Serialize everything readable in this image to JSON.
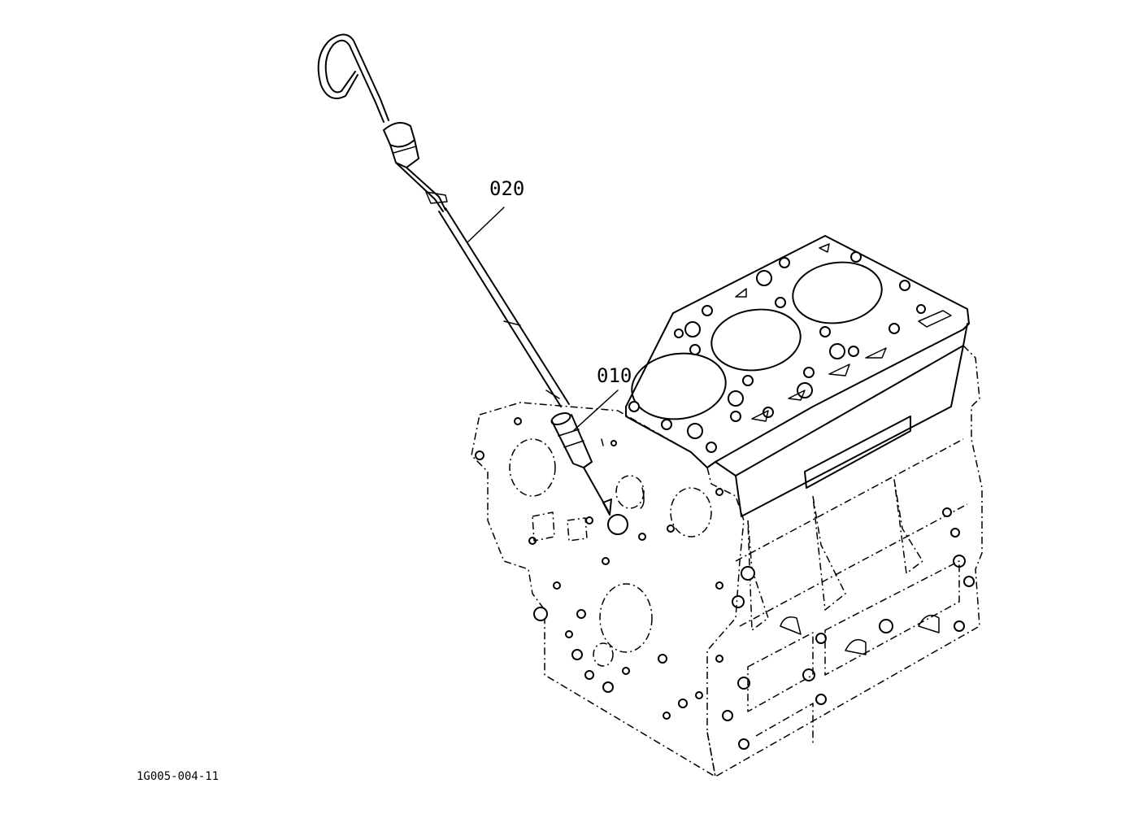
{
  "callouts": [
    {
      "id": "c020",
      "text": "020"
    },
    {
      "id": "c010",
      "text": "010"
    }
  ],
  "drawing_code": "1G005-004-11",
  "parts": [
    "oil-dipstick",
    "dipstick-guide-pipe",
    "engine-block"
  ]
}
